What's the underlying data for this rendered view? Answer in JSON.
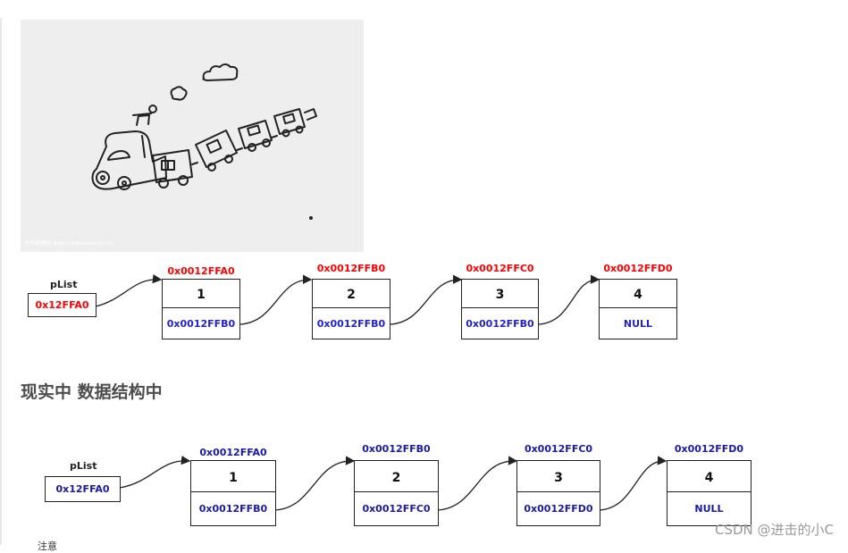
{
  "illustration": {
    "caption": "天天纸拼网 www.tiantianwang.com"
  },
  "diagram_top": {
    "pointer_label": "pList",
    "pointer_value": "0x12FFA0",
    "nodes": [
      {
        "address": "0x0012FFA0",
        "value": "1",
        "next": "0x0012FFB0"
      },
      {
        "address": "0x0012FFB0",
        "value": "2",
        "next": "0x0012FFB0"
      },
      {
        "address": "0x0012FFC0",
        "value": "3",
        "next": "0x0012FFB0"
      },
      {
        "address": "0x0012FFD0",
        "value": "4",
        "next": "NULL"
      }
    ],
    "colors": {
      "address": "#ff0000",
      "pointer": "#ff0000",
      "next": "#2222cc"
    }
  },
  "section_heading": "现实中 数据结构中",
  "diagram_bottom": {
    "pointer_label": "pList",
    "pointer_value": "0x12FFA0",
    "nodes": [
      {
        "address": "0x0012FFA0",
        "value": "1",
        "next": "0x0012FFB0"
      },
      {
        "address": "0x0012FFB0",
        "value": "2",
        "next": "0x0012FFC0"
      },
      {
        "address": "0x0012FFC0",
        "value": "3",
        "next": "0x0012FFD0"
      },
      {
        "address": "0x0012FFD0",
        "value": "4",
        "next": "NULL"
      }
    ],
    "colors": {
      "address": "#1a1aa6",
      "pointer": "#1a1aa6",
      "next": "#1a1aa6"
    }
  },
  "watermark": "CSDN @进击的小C",
  "cutoff_text": "注意"
}
